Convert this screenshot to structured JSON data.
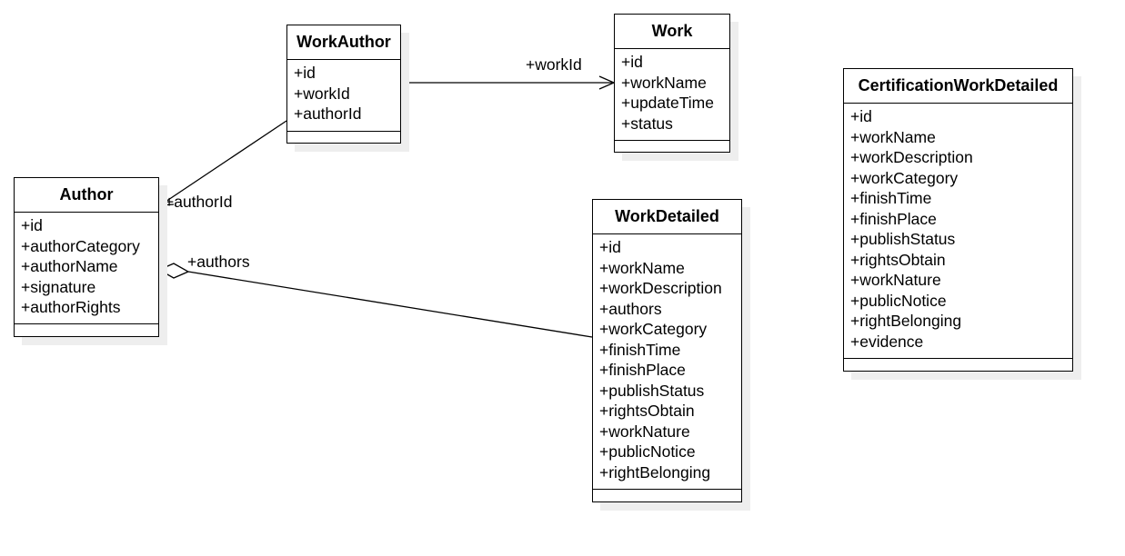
{
  "classes": {
    "work_author": {
      "name": "WorkAuthor",
      "attributes": [
        "+id",
        "+workId",
        "+authorId"
      ]
    },
    "work": {
      "name": "Work",
      "attributes": [
        "+id",
        "+workName",
        "+updateTime",
        "+status"
      ]
    },
    "author": {
      "name": "Author",
      "attributes": [
        "+id",
        "+authorCategory",
        "+authorName",
        "+signature",
        "+authorRights"
      ]
    },
    "work_detailed": {
      "name": "WorkDetailed",
      "attributes": [
        "+id",
        "+workName",
        "+workDescription",
        "+authors",
        "+workCategory",
        "+finishTime",
        "+finishPlace",
        "+publishStatus",
        "+rightsObtain",
        "+workNature",
        "+publicNotice",
        "+rightBelonging"
      ]
    },
    "certification_work_detailed": {
      "name": "CertificationWorkDetailed",
      "attributes": [
        "+id",
        "+workName",
        "+workDescription",
        "+workCategory",
        "+finishTime",
        "+finishPlace",
        "+publishStatus",
        "+rightsObtain",
        "+workNature",
        "+publicNotice",
        "+rightBelonging",
        "+evidence"
      ]
    }
  },
  "edges": {
    "work_id": {
      "label": "+workId",
      "from": "WorkAuthor",
      "to": "Work",
      "kind": "association"
    },
    "author_id": {
      "label": "+authorId",
      "from": "WorkAuthor",
      "to": "Author",
      "kind": "association"
    },
    "authors": {
      "label": "+authors",
      "from": "WorkDetailed",
      "to": "Author",
      "kind": "aggregation"
    }
  },
  "colors": {
    "stroke": "#000000",
    "shadow": "#eeeeee",
    "fill": "#ffffff"
  }
}
